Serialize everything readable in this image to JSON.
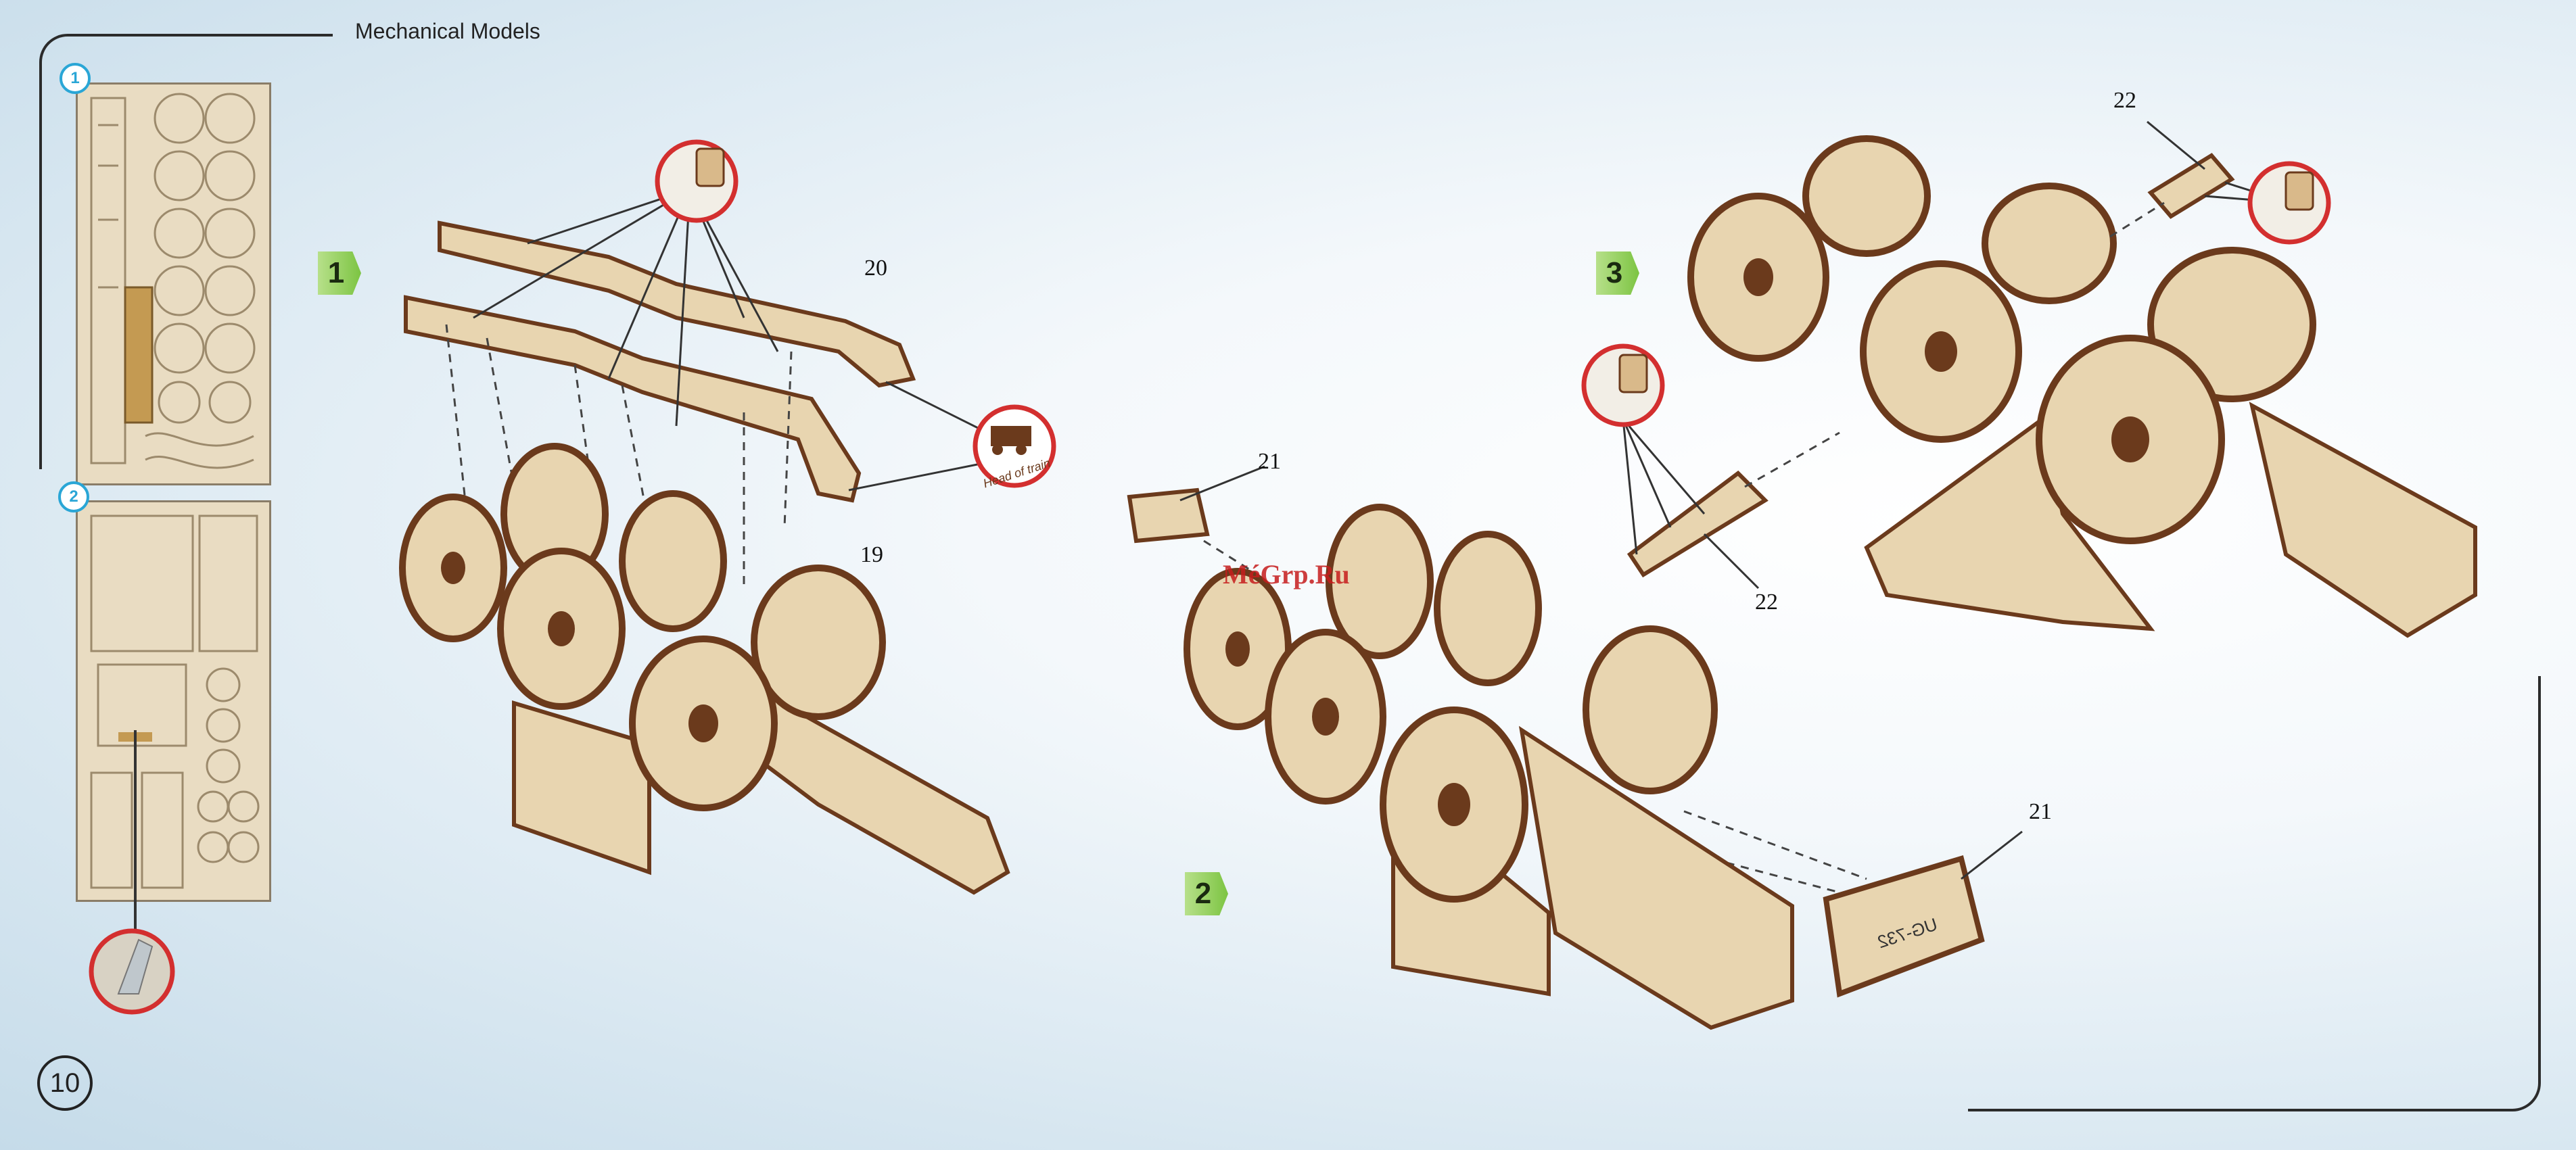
{
  "header": {
    "title": "Mechanical Models"
  },
  "page": {
    "number": "10"
  },
  "boards": [
    {
      "number": "1"
    },
    {
      "number": "2"
    }
  ],
  "steps": [
    {
      "label": "1"
    },
    {
      "label": "2"
    },
    {
      "label": "3"
    }
  ],
  "callouts": {
    "part_20": "20",
    "part_19": "19",
    "part_21_a": "21",
    "part_21_b": "21",
    "part_22_a": "22",
    "part_22_b": "22"
  },
  "badges": {
    "head_of_train": "Head of train"
  },
  "parts": {
    "stamp_text": "UG-732"
  },
  "watermark": "MéGrp.Ru",
  "colors": {
    "wood": "#e8d5b0",
    "wood_edge": "#6b3a1c",
    "green": "#7cc442",
    "red": "#d32f2f",
    "accent_blue": "#2aa6d6"
  }
}
